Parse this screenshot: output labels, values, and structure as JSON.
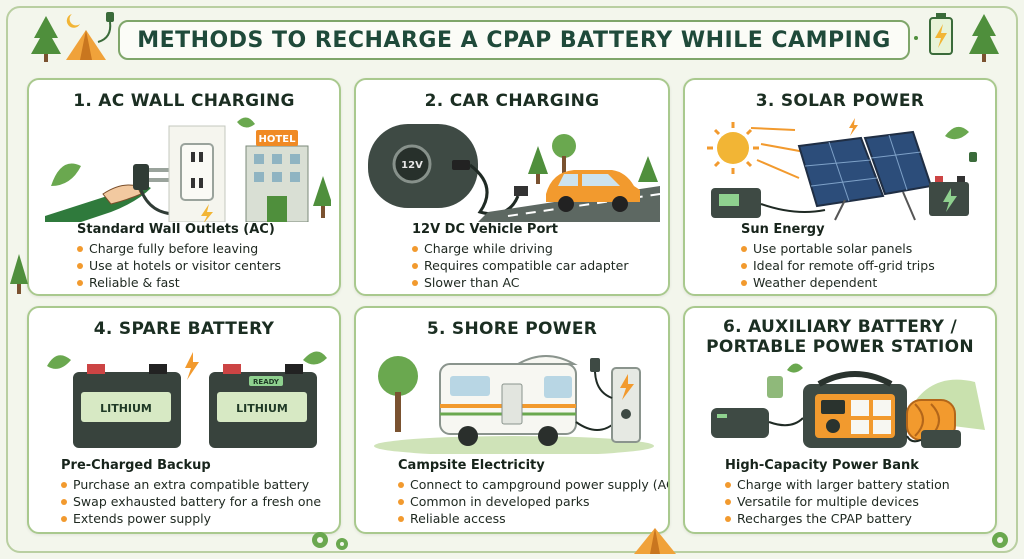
{
  "title": "METHODS TO RECHARGE A CPAP BATTERY WHILE CAMPING",
  "cards": [
    {
      "title": "1. AC WALL CHARGING",
      "subtitle": "Standard Wall Outlets (AC)",
      "bullets": [
        "Charge fully before leaving",
        "Use at hotels or visitor centers",
        "Reliable & fast"
      ],
      "illustration_text": "HOTEL"
    },
    {
      "title": "2. CAR CHARGING",
      "subtitle": "12V DC Vehicle Port",
      "bullets": [
        "Charge while driving",
        "Requires compatible car adapter",
        "Slower than AC"
      ],
      "illustration_text": "12V"
    },
    {
      "title": "3. SOLAR POWER",
      "subtitle": "Sun Energy",
      "bullets": [
        "Use portable solar panels",
        "Ideal for remote off-grid trips",
        "Weather dependent"
      ]
    },
    {
      "title": "4. SPARE BATTERY",
      "subtitle": "Pre-Charged Backup",
      "bullets": [
        "Purchase an extra compatible battery",
        "Swap exhausted battery for a fresh one",
        "Extends power supply"
      ],
      "illustration_text": "LITHIUM",
      "illustration_text_2": "READY"
    },
    {
      "title": "5. SHORE POWER",
      "subtitle": "Campsite Electricity",
      "bullets": [
        "Connect to campground power supply (AC)",
        "Common in developed parks",
        "Reliable access"
      ]
    },
    {
      "title": "6. AUXILIARY BATTERY / PORTABLE POWER STATION",
      "title_line1": "6. AUXILIARY BATTERY /",
      "title_line2": "PORTABLE POWER STATION",
      "subtitle": "High-Capacity Power Bank",
      "bullets": [
        "Charge with larger battery station",
        "Versatile for multiple devices",
        "Recharges the CPAP battery"
      ]
    }
  ],
  "colors": {
    "accent_green": "#4f8f3c",
    "bullet_orange": "#f29a2e",
    "title_dark": "#1f4a3a",
    "border_green": "#a9c98e"
  },
  "icons": [
    "tent-icon",
    "tree-icon",
    "battery-icon",
    "moon-icon",
    "plug-icon",
    "gear-icon",
    "lightning-icon",
    "sun-icon",
    "leaf-icon"
  ]
}
